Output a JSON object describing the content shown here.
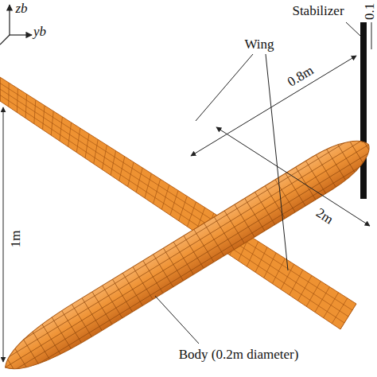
{
  "diagram": {
    "labels": [
      "zb",
      "yb",
      "Stabilizer",
      "0.1",
      "Wing",
      "0.8m",
      "2m",
      "1m",
      "Body (0.2m diameter)"
    ]
  }
}
